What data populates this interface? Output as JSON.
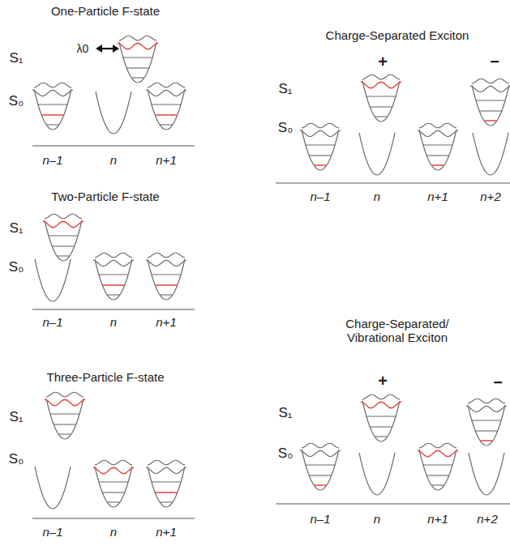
{
  "diagram": {
    "labels": [
      "One-Particle F-state",
      "S₁",
      "S₀",
      "λ0",
      "n–1",
      "n",
      "n+1",
      "Two-Particle F-state",
      "S₁",
      "S₀",
      "n–1",
      "n",
      "n+1",
      "Three-Particle F-state",
      "S₁",
      "S₀",
      "n–1",
      "n",
      "n+1",
      "Charge-Separated Exciton",
      "+",
      "−",
      "S₁",
      "S₀",
      "n–1",
      "n",
      "n+1",
      "n+2",
      "Charge-Separated/ Vibrational Exciton",
      "+",
      "−",
      "S₁",
      "S₀",
      "n–1",
      "n",
      "n+1",
      "n+2"
    ]
  }
}
